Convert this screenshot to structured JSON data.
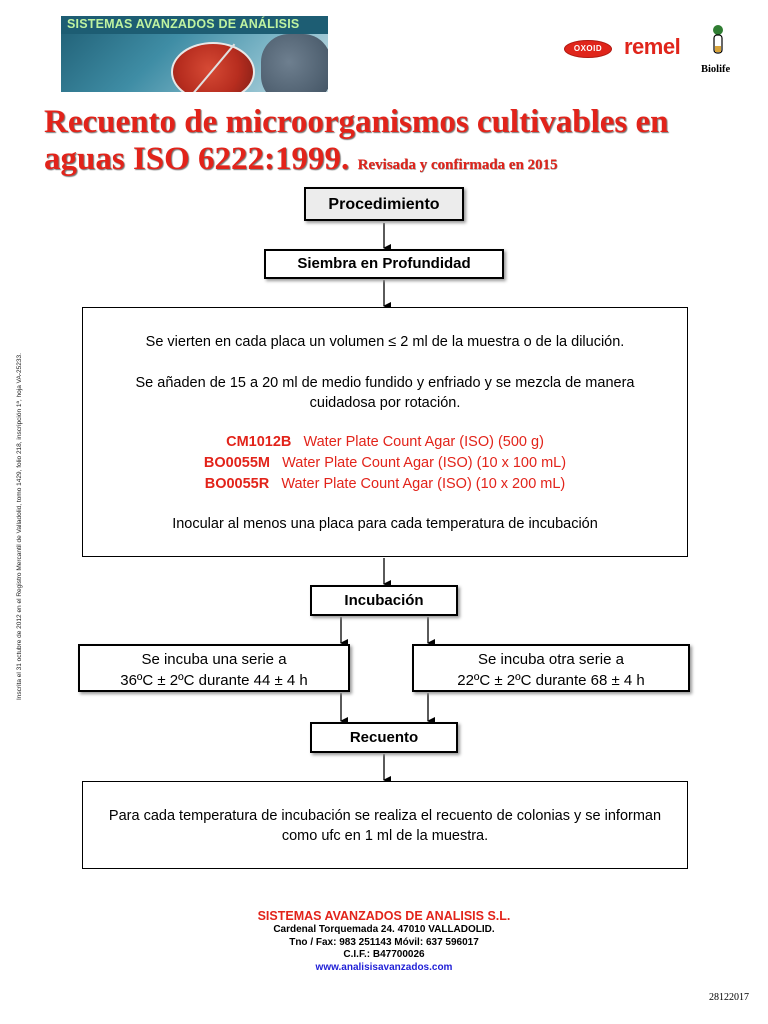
{
  "header": {
    "banner_text": "SISTEMAS AVANZADOS DE ANÁLISIS",
    "logo_oxoid": "OXOID",
    "logo_remel": "remel",
    "logo_biolife": "Biolife"
  },
  "title": {
    "line1": "Recuento de microorganismos cultivables en",
    "line2": "aguas ISO 6222:1999.",
    "subtitle": "Revisada y confirmada en 2015"
  },
  "flow": {
    "procedimiento": "Procedimiento",
    "siembra": "Siembra en Profundidad",
    "step1_p1": "Se vierten en cada placa un volumen ≤ 2 ml de la muestra o de la dilución.",
    "step1_p2": "Se añaden de 15 a 20 ml de medio fundido y enfriado y se mezcla de manera cuidadosa por rotación.",
    "products": [
      {
        "code": "CM1012B",
        "desc": "Water Plate Count Agar (ISO)  (500 g)"
      },
      {
        "code": "BO0055M",
        "desc": "Water Plate Count Agar  (ISO) (10 x 100 mL)"
      },
      {
        "code": "BO0055R",
        "desc": "Water Plate Count Agar  (ISO) (10 x 200 mL)"
      }
    ],
    "step1_p3": "Inocular al menos una placa para cada temperatura de incubación",
    "incubacion": "Incubación",
    "serie1_l1": "Se incuba una serie a",
    "serie1_l2": "36ºC ± 2ºC  durante 44 ± 4 h",
    "serie2_l1": "Se incuba otra serie a",
    "serie2_l2": "22ºC ± 2ºC  durante 68 ± 4 h",
    "recuento": "Recuento",
    "final": "Para cada temperatura de incubación se realiza el recuento de colonias y se informan como ufc en 1 ml de la muestra."
  },
  "side_text": "Inscrita el 31 octubre de 2012 en el Registro Mercantil de Valladolid,  tomo 1429, folio 218, inscripción 1ª, hoja VA-25233.",
  "footer": {
    "company": "SISTEMAS AVANZADOS DE ANALISIS S.L.",
    "address": "Cardenal Torquemada 24. 47010 VALLADOLID.",
    "phone": "Tno / Fax: 983 251143 Móvil: 637 596017",
    "cif": "C.I.F.: B47700026",
    "web": "www.analisisavanzados.com"
  },
  "doc_code": "28122017"
}
